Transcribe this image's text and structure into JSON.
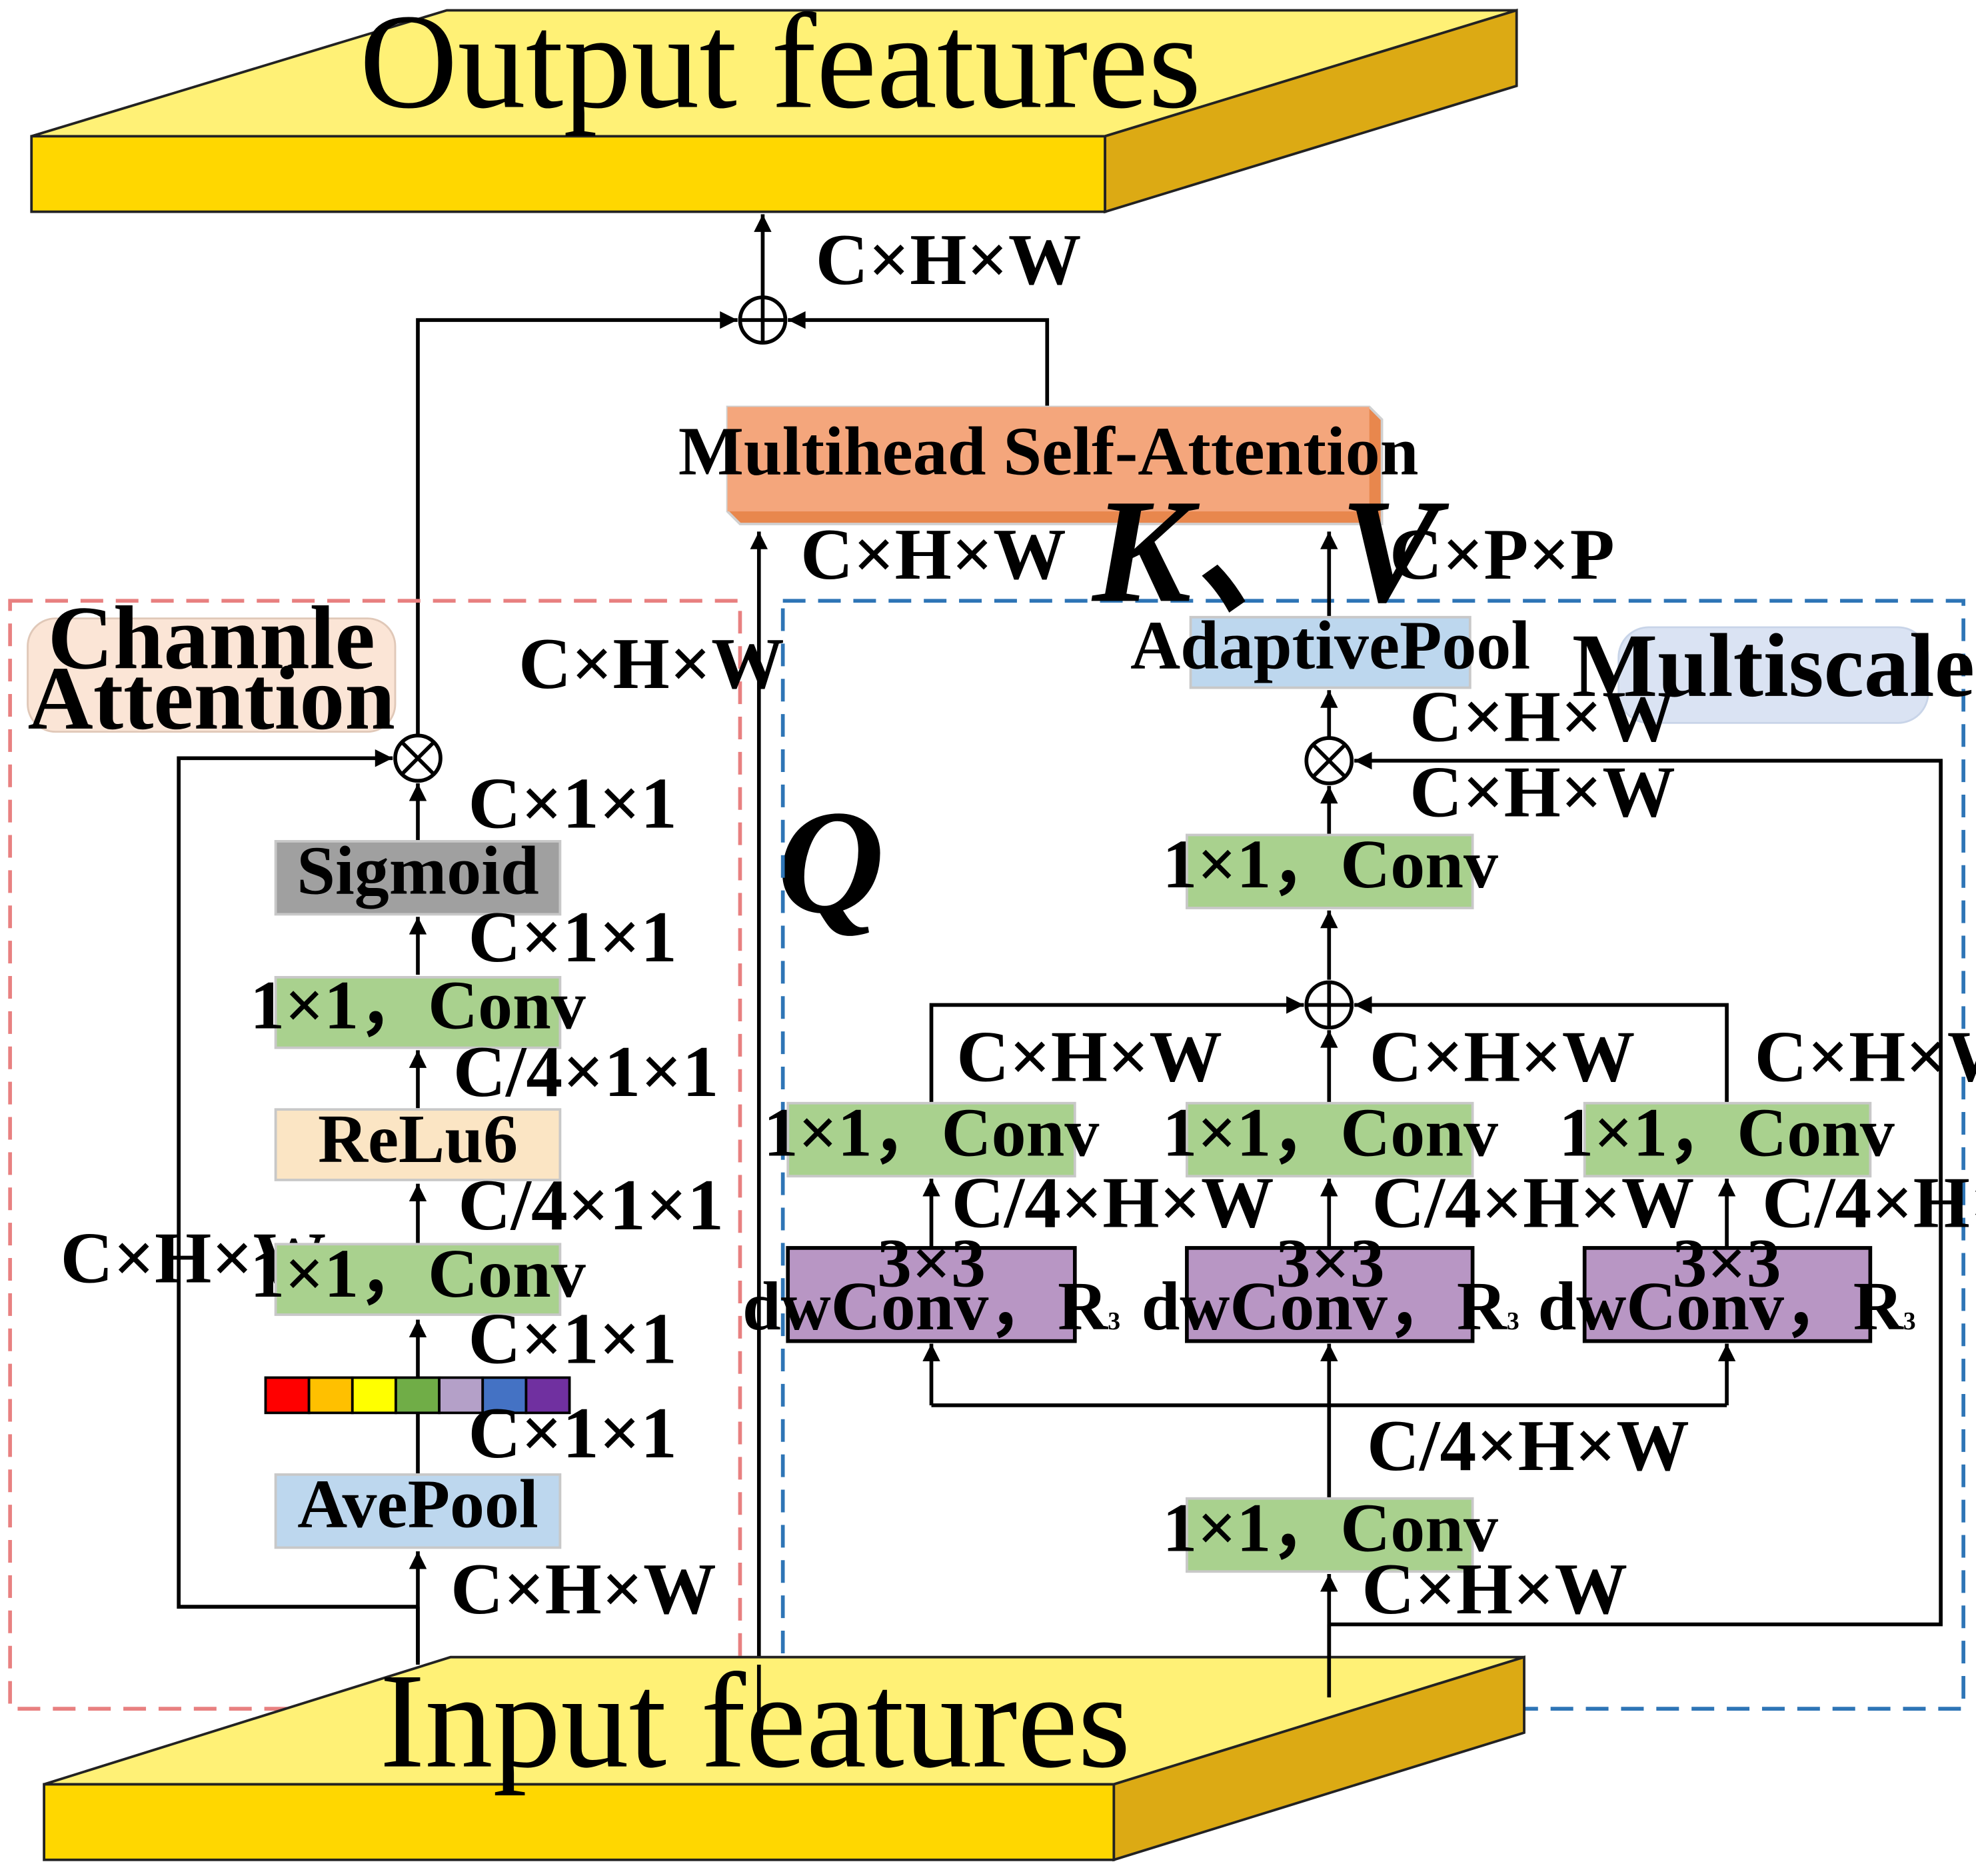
{
  "layers": {
    "output": "Output features",
    "input": "Input features"
  },
  "mhsa": "Multihead Self-Attention",
  "qkv": {
    "q": "Q",
    "kv": "K、V"
  },
  "channel_attention": {
    "title_line1": "Channle",
    "title_line2": "Attention",
    "blocks": {
      "sigmoid": "Sigmoid",
      "conv_top": "1×1，Conv",
      "relu6": "ReLu6",
      "conv_bottom": "1×1，Conv",
      "avepool": "AvePool"
    },
    "palette": [
      "#ff0000",
      "#ffc000",
      "#ffff00",
      "#70ad47",
      "#b4a0c8",
      "#4472c4",
      "#7030a0"
    ]
  },
  "multiscale": {
    "title": "Multiscale",
    "blocks": {
      "adaptivepool": "AdaptivePool",
      "conv_top": "1×1，Conv",
      "branch_conv": "1×1，Conv",
      "dw_line1": "3×3",
      "dw_line2": "dwConv，R",
      "dw_sub": "3",
      "conv_bottom": "1×1，Conv"
    }
  },
  "dims": {
    "c_hw": "C×H×W",
    "c_11": "C×1×1",
    "c4_11": "C/4×1×1",
    "c4_hw": "C/4×H×W",
    "c_pp": "C×P×P"
  },
  "colors": {
    "yellow": "#ffd700",
    "yellow_top": "#fff176",
    "yellow_side": "#dcaa14",
    "orange": "#f4a67c",
    "green": "#a9d18e",
    "light_blue": "#bdd7ee",
    "grey": "#a0a0a0",
    "cream": "#fbe5c4",
    "purple": "#b896c4",
    "red_dash": "#e88080",
    "blue_dash": "#2e75b6"
  }
}
